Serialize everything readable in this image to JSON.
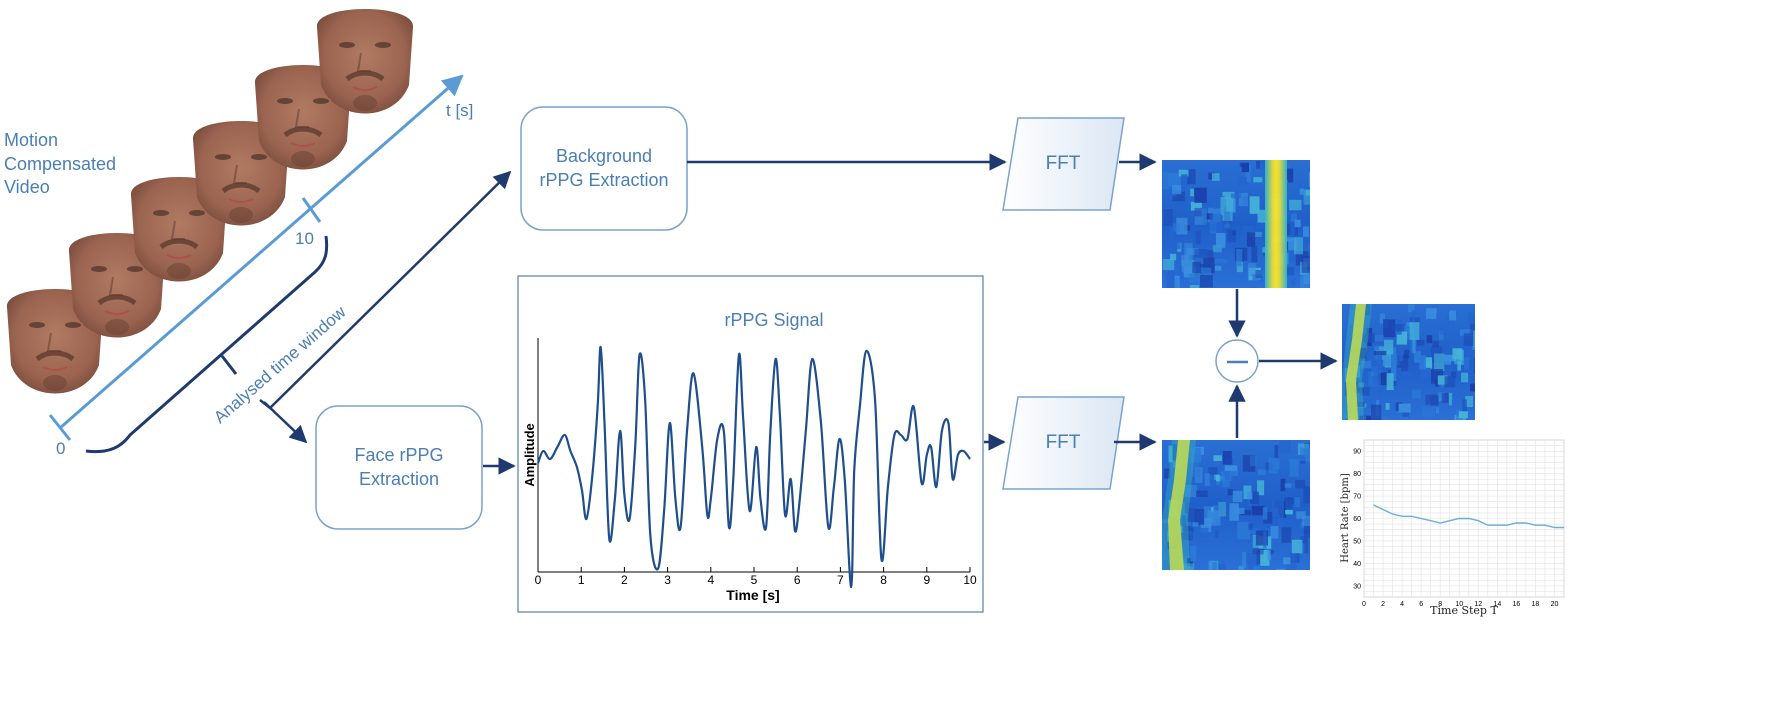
{
  "video": {
    "title_lines": [
      "Motion",
      "Compensated",
      "Video"
    ],
    "axis_label": "t [s]",
    "tick_start": "0",
    "tick_end": "10",
    "window_label": "Analysed time window",
    "frame_count": 6
  },
  "blocks": {
    "background": [
      "Background",
      "rPPG Extraction"
    ],
    "face": [
      "Face rPPG",
      "Extraction"
    ],
    "fft_top": "FFT",
    "fft_bottom": "FFT",
    "subtract_symbol": "−"
  },
  "colors": {
    "arrow": "#1f3a6e",
    "box_stroke": "#7aa3cf",
    "text_blue": "#4a7fb5",
    "axis_light": "#5b9bd5",
    "signal": "#1f4e8c",
    "hr_line": "#6aaed6"
  },
  "chart_data": [
    {
      "type": "line",
      "title": "rPPG Signal",
      "xlabel": "Time [s]",
      "ylabel": "Amplitude",
      "xlim": [
        0,
        10
      ],
      "x_ticks": [
        "0",
        "1",
        "2",
        "3",
        "4",
        "5",
        "6",
        "7",
        "8",
        "9",
        "10"
      ],
      "grid": false,
      "series": [
        {
          "x": [
            0,
            0.12,
            0.28,
            0.45,
            0.62,
            0.75,
            0.9,
            1.02,
            1.12,
            1.25,
            1.38,
            1.45,
            1.54,
            1.65,
            1.78,
            1.9,
            2.0,
            2.12,
            2.25,
            2.35,
            2.48,
            2.6,
            2.78,
            2.92,
            3.05,
            3.18,
            3.3,
            3.45,
            3.6,
            3.8,
            3.92,
            4.0,
            4.15,
            4.3,
            4.42,
            4.52,
            4.65,
            4.75,
            4.9,
            5.05,
            5.15,
            5.28,
            5.38,
            5.5,
            5.6,
            5.72,
            5.85,
            5.95,
            6.05,
            6.2,
            6.35,
            6.55,
            6.72,
            6.85,
            6.98,
            7.1,
            7.25,
            7.32,
            7.45,
            7.6,
            7.8,
            7.95,
            8.1,
            8.25,
            8.4,
            8.55,
            8.7,
            8.88,
            9.0,
            9.1,
            9.22,
            9.35,
            9.5,
            9.6,
            9.72,
            9.85,
            10.0
          ],
          "y": [
            -0.1,
            0.05,
            -0.05,
            0.1,
            0.25,
            0.05,
            -0.15,
            -0.45,
            -0.8,
            -0.3,
            0.6,
            1.35,
            0.4,
            -1.05,
            -0.55,
            0.3,
            -0.5,
            -0.8,
            0.1,
            1.25,
            0.7,
            -1.0,
            -1.42,
            -0.7,
            0.4,
            -0.55,
            -0.9,
            0.3,
            1.02,
            0.1,
            -0.75,
            -0.55,
            0.2,
            0.3,
            -0.9,
            -0.3,
            1.25,
            0.45,
            -0.7,
            0.1,
            -0.55,
            -0.9,
            0.3,
            1.2,
            0.5,
            -0.75,
            -0.3,
            -0.95,
            -0.6,
            0.3,
            1.2,
            0.4,
            -0.9,
            -0.4,
            0.2,
            -0.3,
            -1.65,
            -0.2,
            0.6,
            1.3,
            0.7,
            -1.3,
            -0.4,
            0.25,
            0.25,
            0.2,
            0.6,
            -0.35,
            0.0,
            0.1,
            -0.4,
            0.3,
            0.4,
            -0.3,
            0.0,
            0.05,
            -0.05
          ]
        }
      ]
    },
    {
      "type": "line",
      "title": "",
      "xlabel": "Time Step T",
      "ylabel": "Heart Rate [bpm]",
      "xlim": [
        0,
        21
      ],
      "ylim": [
        25,
        95
      ],
      "x_ticks": [
        "0",
        "2",
        "4",
        "6",
        "8",
        "10",
        "12",
        "14",
        "16",
        "18",
        "20"
      ],
      "y_ticks": [
        "30",
        "40",
        "50",
        "60",
        "70",
        "80",
        "90"
      ],
      "grid": true,
      "series": [
        {
          "x": [
            1,
            2,
            3,
            4,
            5,
            6,
            7,
            8,
            9,
            10,
            11,
            12,
            13,
            14,
            15,
            16,
            17,
            18,
            19,
            20,
            21
          ],
          "y": [
            66,
            64,
            62,
            61,
            61,
            60,
            59,
            58,
            59,
            60,
            60,
            59,
            57,
            57,
            57,
            58,
            58,
            57,
            57,
            56,
            56
          ]
        }
      ]
    }
  ]
}
